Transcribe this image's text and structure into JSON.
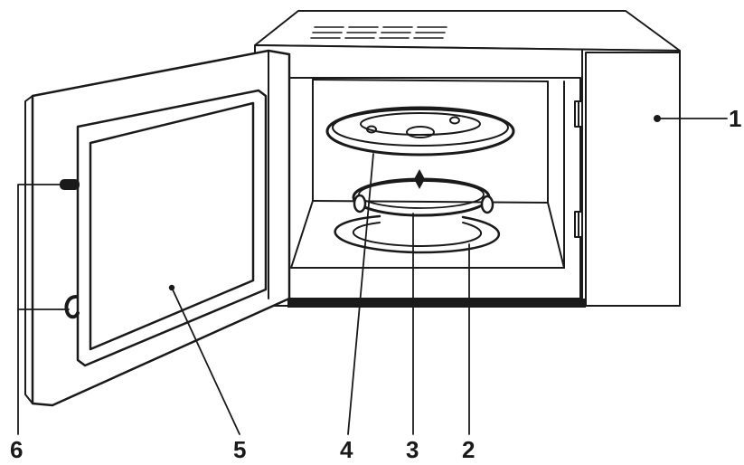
{
  "callouts": {
    "c1": "1",
    "c2": "2",
    "c3": "3",
    "c4": "4",
    "c5": "5",
    "c6": "6"
  },
  "colors": {
    "stroke": "#1a1a1a",
    "background": "#ffffff"
  }
}
